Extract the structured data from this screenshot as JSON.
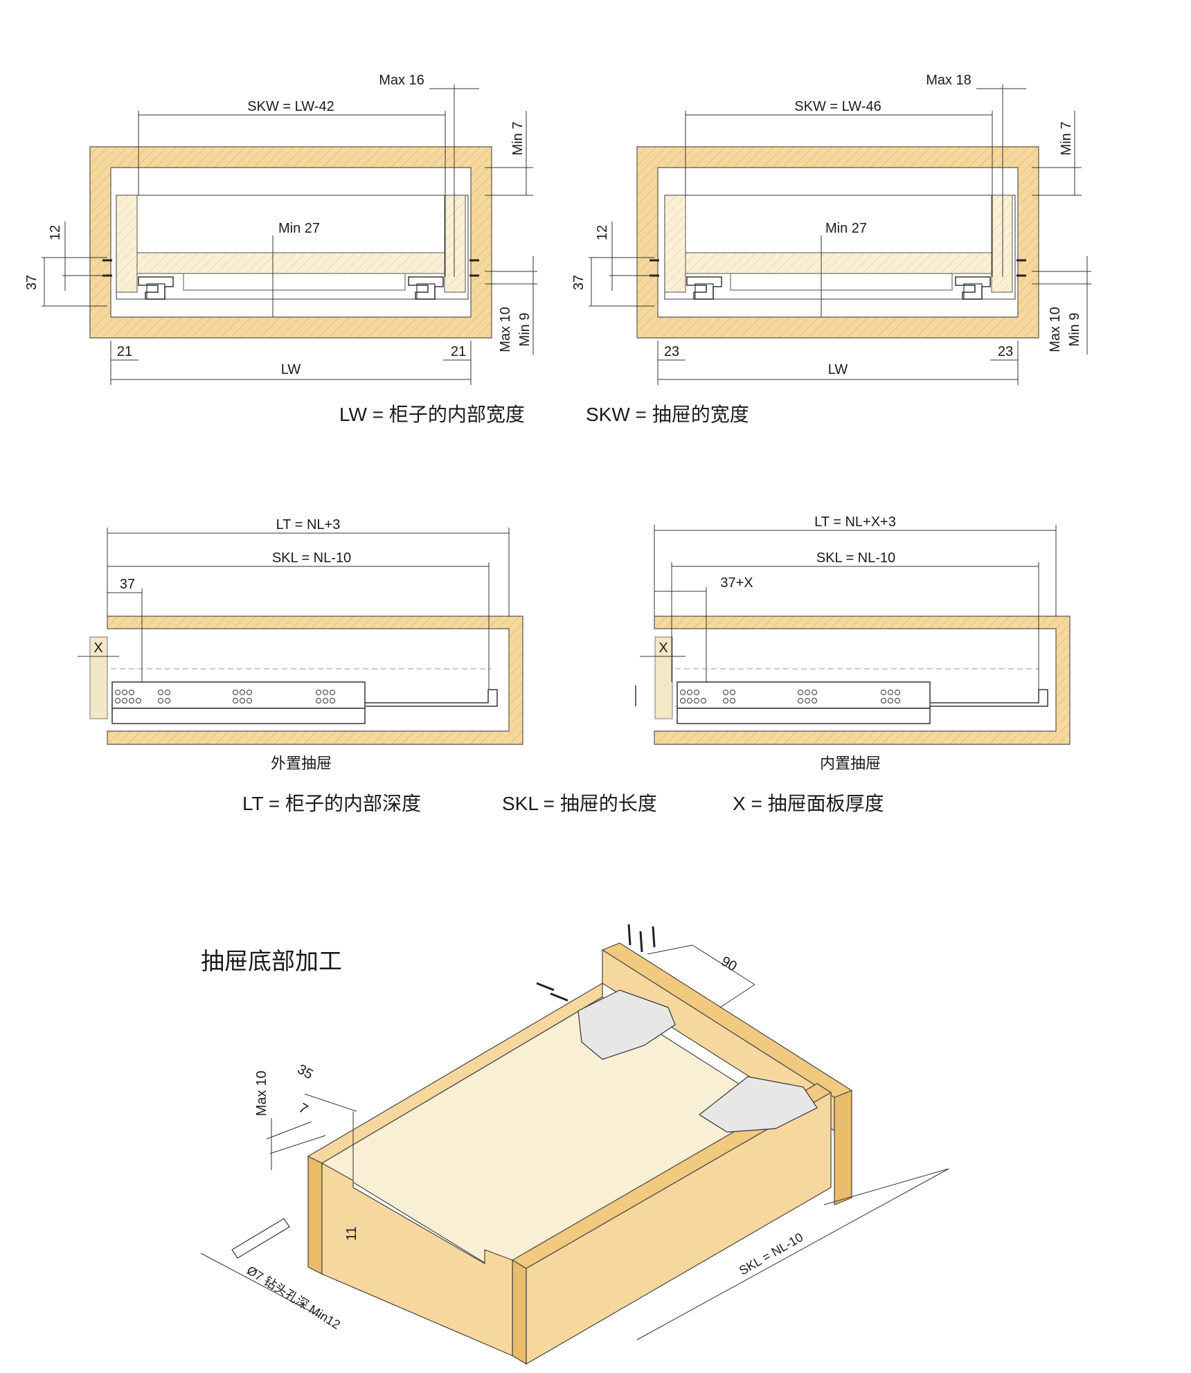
{
  "cross_section": {
    "left": {
      "skw": "SKW = LW-42",
      "max_top": "Max 16",
      "min_side": "Min 7",
      "min_center": "Min 27",
      "d12": "12",
      "d37": "37",
      "max_bottom": "Max 10",
      "min_bottom": "Min 9",
      "d_left": "21",
      "d_right": "21",
      "lw": "LW"
    },
    "right": {
      "skw": "SKW = LW-46",
      "max_top": "Max 18",
      "min_side": "Min 7",
      "min_center": "Min 27",
      "d12": "12",
      "d37": "37",
      "max_bottom": "Max 10",
      "min_bottom": "Min 9",
      "d_left": "23",
      "d_right": "23",
      "lw": "LW"
    },
    "legend_lw": "LW = 柜子的内部宽度",
    "legend_skw": "SKW = 抽屉的宽度"
  },
  "side_view": {
    "left": {
      "lt": "LT = NL+3",
      "skl": "SKL = NL-10",
      "offset": "37",
      "x": "X",
      "caption": "外置抽屉"
    },
    "right": {
      "lt": "LT = NL+X+3",
      "skl": "SKL = NL-10",
      "offset": "37+X",
      "x": "X",
      "caption": "内置抽屉"
    },
    "legend_lt": "LT = 柜子的内部深度",
    "legend_skl": "SKL = 抽屉的长度",
    "legend_x": "X = 抽屉面板厚度"
  },
  "iso": {
    "title": "抽屉底部加工",
    "d90": "90",
    "d35": "35",
    "d7": "7",
    "max10": "Max 10",
    "d11": "11",
    "drill": "Ø7 钻头孔深 Min12",
    "skl": "SKL = NL-10"
  },
  "colors": {
    "wood": "#f6d89e",
    "drawer_bottom": "#f8efd4",
    "runner": "#ffffff"
  }
}
